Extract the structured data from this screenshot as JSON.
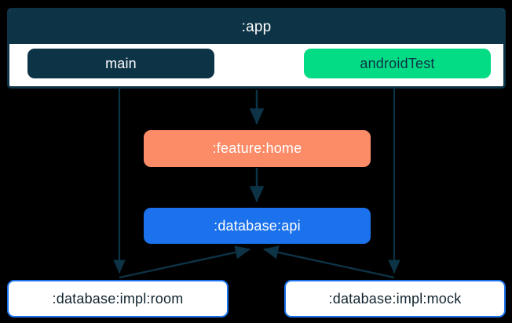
{
  "diagram": {
    "type": "dependency-graph",
    "background_color": "#000000",
    "subgraph": {
      "label": ":app",
      "fill_color": "#ffffff",
      "border_color": "#0d3346",
      "title_bar_color": "#0d3346",
      "title_text_color": "#ffffff",
      "source_sets": [
        {
          "id": "main",
          "label": "main",
          "fill_color": "#0d3346",
          "text_color": "#ffffff"
        },
        {
          "id": "androidTest",
          "label": "androidTest",
          "fill_color": "#04dc85",
          "text_color": "#0d3346"
        }
      ]
    },
    "nodes": [
      {
        "id": "feature-home",
        "label": ":feature:home",
        "fill_color": "#fc8b68",
        "text_color": "#ffffff"
      },
      {
        "id": "database-api",
        "label": ":database:api",
        "fill_color": "#1b72ec",
        "text_color": "#ffffff"
      },
      {
        "id": "database-impl-room",
        "label": ":database:impl:room",
        "fill_color": "#ffffff",
        "border_color": "#1b72ec",
        "text_color": "#11242f"
      },
      {
        "id": "database-impl-mock",
        "label": ":database:impl:mock",
        "fill_color": "#ffffff",
        "border_color": "#1b72ec",
        "text_color": "#11242f"
      }
    ],
    "edges": [
      {
        "id": "edge-main-to-room",
        "from": "main",
        "to": "database-impl-room",
        "color": "#0d3346"
      },
      {
        "id": "edge-app-to-feature-home",
        "from": ":app",
        "to": "feature-home",
        "color": "#0d3346"
      },
      {
        "id": "edge-androidtest-to-mock",
        "from": "androidTest",
        "to": "database-impl-mock",
        "color": "#0d3346"
      },
      {
        "id": "edge-feature-home-to-database-api",
        "from": "feature-home",
        "to": "database-api",
        "color": "#0d3346"
      },
      {
        "id": "edge-room-to-database-api",
        "from": "database-impl-room",
        "to": "database-api",
        "color": "#0d3346"
      },
      {
        "id": "edge-mock-to-database-api",
        "from": "database-impl-mock",
        "to": "database-api",
        "color": "#0d3346"
      }
    ]
  }
}
